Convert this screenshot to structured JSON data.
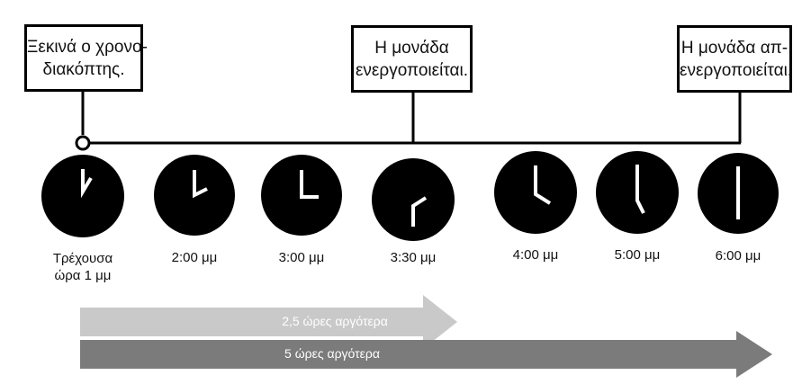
{
  "callouts": [
    {
      "lines": [
        "Ξεκινά ο χρονο-",
        "διακόπτης."
      ]
    },
    {
      "lines": [
        "Η μονάδα",
        "ενεργοποιείται."
      ]
    },
    {
      "lines": [
        "Η μονάδα απ-",
        "ενεργοποιείται."
      ]
    }
  ],
  "clocks": [
    {
      "label": [
        "Τρέχουσα",
        "ώρα 1 μμ"
      ]
    },
    {
      "label": [
        "2:00 μμ"
      ]
    },
    {
      "label": [
        "3:00 μμ"
      ]
    },
    {
      "label": [
        "3:30 μμ"
      ]
    },
    {
      "label": [
        "4:00 μμ"
      ]
    },
    {
      "label": [
        "5:00 μμ"
      ]
    },
    {
      "label": [
        "6:00 μμ"
      ]
    }
  ],
  "arrows": {
    "short_label": "2,5 ώρες αργότερα",
    "long_label": "5 ώρες αργότερα",
    "short_color": "#c9c9c9",
    "long_color": "#7b7b7b"
  },
  "colors": {
    "clock_face": "#000000",
    "clock_hands": "#ffffff",
    "line": "#000000"
  }
}
